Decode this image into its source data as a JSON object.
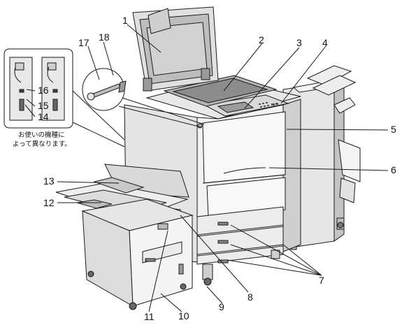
{
  "figure": {
    "note_lines": [
      "お使いの機種に",
      "よって異なります。"
    ],
    "callouts": [
      {
        "id": "c1",
        "num": "1"
      },
      {
        "id": "c2",
        "num": "2"
      },
      {
        "id": "c3",
        "num": "3"
      },
      {
        "id": "c4",
        "num": "4"
      },
      {
        "id": "c5",
        "num": "5"
      },
      {
        "id": "c6",
        "num": "6"
      },
      {
        "id": "c7",
        "num": "7"
      },
      {
        "id": "c8",
        "num": "8"
      },
      {
        "id": "c9",
        "num": "9"
      },
      {
        "id": "c10",
        "num": "10"
      },
      {
        "id": "c11",
        "num": "11"
      },
      {
        "id": "c12",
        "num": "12"
      },
      {
        "id": "c13",
        "num": "13"
      },
      {
        "id": "c14",
        "num": "14"
      },
      {
        "id": "c15",
        "num": "15"
      },
      {
        "id": "c16",
        "num": "16"
      },
      {
        "id": "c17",
        "num": "17"
      },
      {
        "id": "c18",
        "num": "18"
      }
    ]
  },
  "colors": {
    "outline": "#1a1a1a",
    "body_light": "#f2f2f2",
    "body_mid": "#d6d6d6",
    "body_dark": "#a8a8a8",
    "glass": "#8c8c8c"
  }
}
